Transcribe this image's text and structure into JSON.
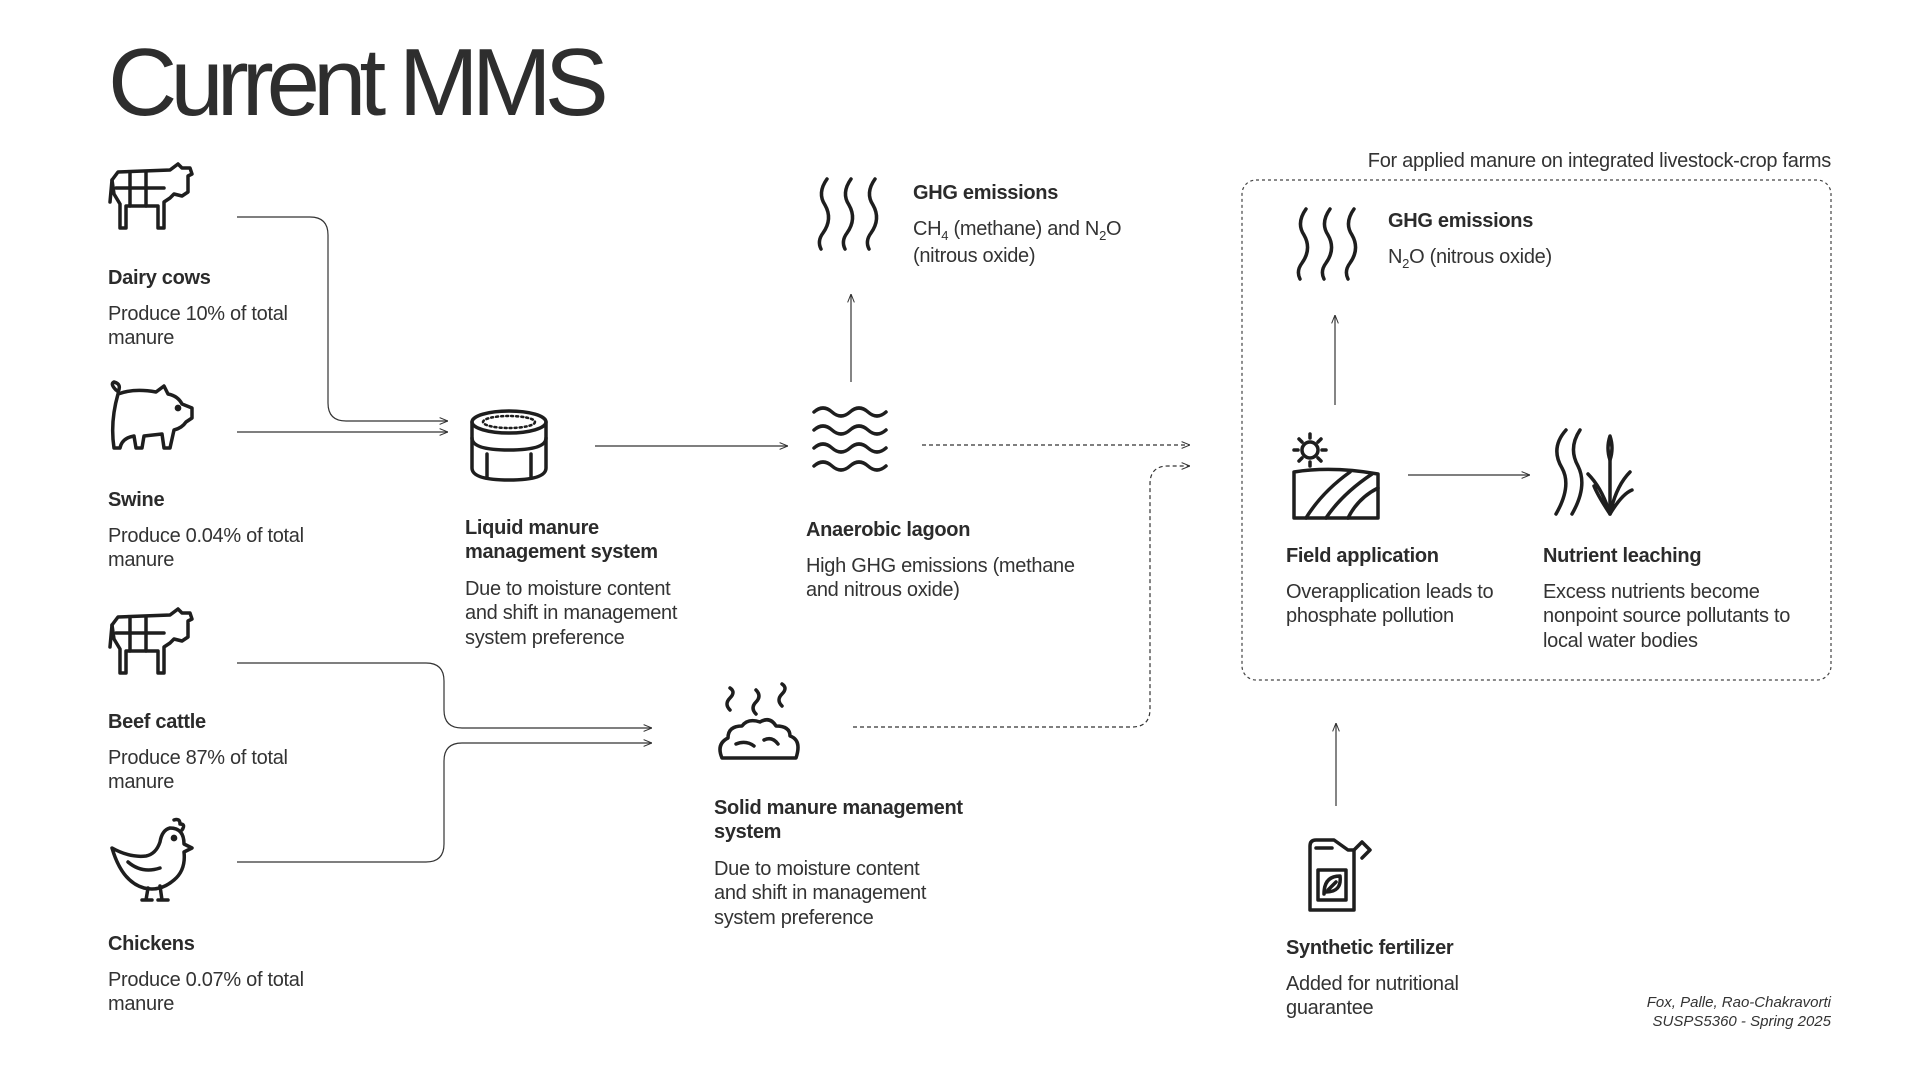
{
  "slide": {
    "title": "Current MMS",
    "credit_line1": "Fox, Palle, Rao-Chakravorti",
    "credit_line2": "SUSPS5360 - Spring 2025"
  },
  "livestock": [
    {
      "icon": "dairy-cow-icon",
      "name": "Dairy cows",
      "desc": "Produce 10% of total manure"
    },
    {
      "icon": "pig-icon",
      "name": "Swine",
      "desc": "Produce 0.04% of total manure"
    },
    {
      "icon": "beef-cattle-icon",
      "name": "Beef cattle",
      "desc": "Produce 87% of total manure"
    },
    {
      "icon": "chicken-icon",
      "name": "Chickens",
      "desc": "Produce 0.07% of total manure"
    }
  ],
  "liquid": {
    "icon": "tank-icon",
    "name": "Liquid manure management system",
    "desc": "Due to moisture content and shift in management system preference"
  },
  "solid": {
    "icon": "manure-pile-icon",
    "name": "Solid manure management system",
    "desc": "Due to moisture content and shift in management system preference"
  },
  "lagoon": {
    "icon": "water-waves-icon",
    "name": "Anaerobic lagoon",
    "desc": "High GHG emissions (methane and nitrous oxide)"
  },
  "ghg_lagoon": {
    "icon": "emission-waves-icon",
    "name": "GHG emissions",
    "ch4": "CH",
    "ch4_sub": "4",
    "rest1": " (methane) and N",
    "n2o_sub": "2",
    "rest2": "O (nitrous oxide)"
  },
  "farm": {
    "caption": "For applied manure on integrated livestock-crop farms",
    "ghg": {
      "icon": "emission-waves-icon",
      "name": "GHG emissions",
      "n": "N",
      "sub": "2",
      "rest": "O (nitrous oxide)"
    },
    "field": {
      "icon": "field-icon",
      "name": "Field application",
      "desc": "Overapplication leads to phosphate pollution"
    },
    "leach": {
      "icon": "reeds-icon",
      "name": "Nutrient leaching",
      "desc": "Excess nutrients become nonpoint source pollutants to local water bodies"
    }
  },
  "fertilizer": {
    "icon": "fertilizer-jug-icon",
    "name": "Synthetic fertilizer",
    "desc": "Added for nutritional guarantee"
  }
}
